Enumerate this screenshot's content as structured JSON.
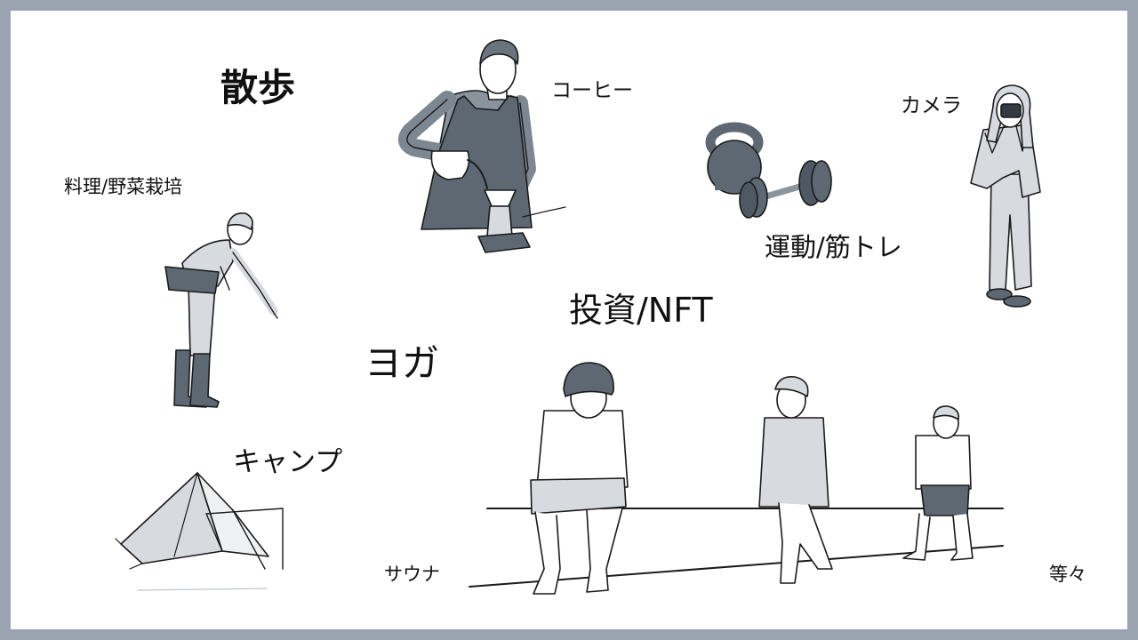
{
  "slide": {
    "labels": {
      "walk": "散歩",
      "coffee": "コーヒー",
      "camera": "カメラ",
      "cooking": "料理/野菜栽培",
      "workout": "運動/筋トレ",
      "investment": "投資/NFT",
      "yoga": "ヨガ",
      "camping": "キャンプ",
      "sauna": "サウナ",
      "etc": "等々"
    },
    "illustrations": [
      "barista-illustration",
      "kettlebell-dumbbell-illustration",
      "photographer-illustration",
      "gardener-illustration",
      "tent-illustration",
      "sauna-bench-illustration"
    ]
  },
  "colors": {
    "frame": "#9aa4b0",
    "background": "#ffffff",
    "ink": "#1a1a1a",
    "illustration_dark": "#5d6873",
    "illustration_mid": "#8b949d",
    "illustration_light": "#d7dbe0"
  }
}
